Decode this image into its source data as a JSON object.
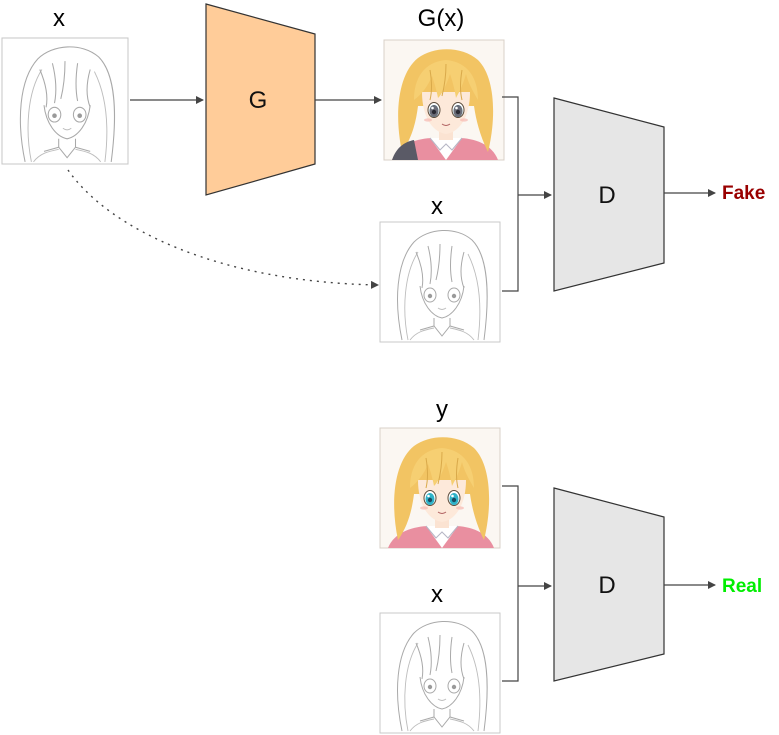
{
  "labels": {
    "input_top": "x",
    "generated": "G(x)",
    "pair_top_condition": "x",
    "real_target": "y",
    "pair_bottom_condition": "x"
  },
  "blocks": {
    "generator": "G",
    "discriminator_top": "D",
    "discriminator_bottom": "D"
  },
  "outputs": {
    "fake": "Fake",
    "real": "Real"
  },
  "images": {
    "input_sketch": "sketch-portrait",
    "generated_portrait": "colored-portrait",
    "condition_sketch": "sketch-portrait",
    "target_portrait": "colored-portrait"
  },
  "colors": {
    "generator_fill": "#FFCC99",
    "discriminator_fill": "#E6E6E6",
    "fake": "#990000",
    "real": "#00EE00"
  }
}
